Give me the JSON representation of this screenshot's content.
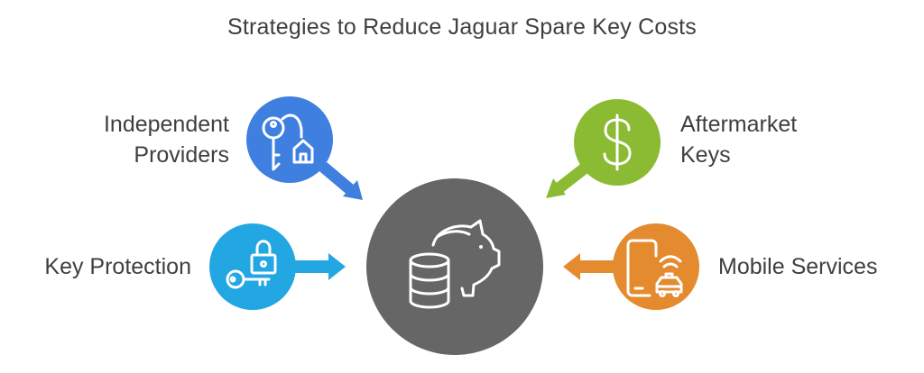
{
  "title": "Strategies to Reduce Jaguar Spare Key Costs",
  "center": {
    "icon": "piggy-bank-with-coins-icon",
    "color": "#666666"
  },
  "strategies": [
    {
      "line1": "Independent",
      "line2": "Providers",
      "icon": "keys-house-tag-icon",
      "color": "#3e7fe0"
    },
    {
      "line1": "Aftermarket",
      "line2": "Keys",
      "icon": "dollar-icon",
      "color": "#8bbb33"
    },
    {
      "line1": "Key Protection",
      "line2": "",
      "icon": "padlock-key-icon",
      "color": "#22a7e3"
    },
    {
      "line1": "Mobile Services",
      "line2": "",
      "icon": "phone-car-icon",
      "color": "#e48a2f"
    }
  ]
}
